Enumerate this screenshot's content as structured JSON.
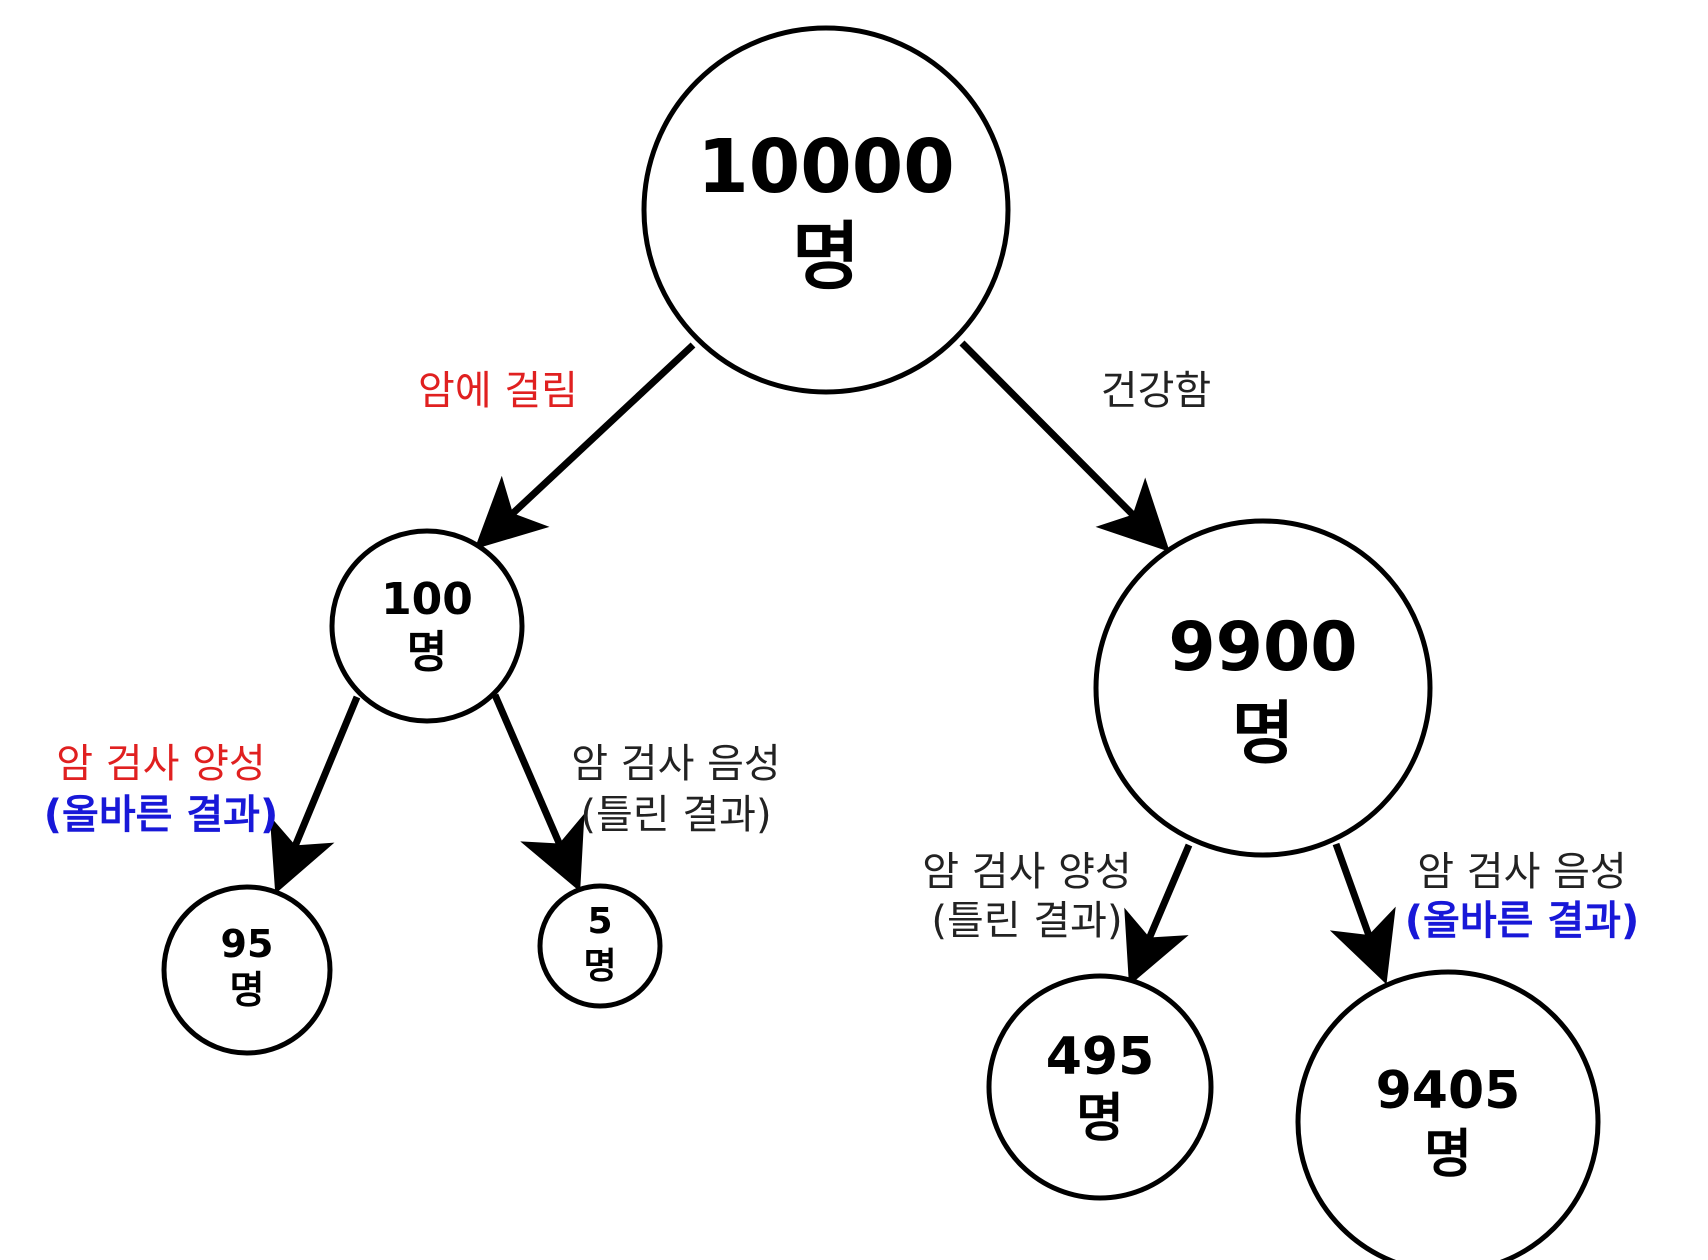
{
  "nodes": {
    "root": {
      "value": "10000",
      "unit": "명"
    },
    "cancer": {
      "value": "100",
      "unit": "명"
    },
    "healthy": {
      "value": "9900",
      "unit": "명"
    },
    "cancer_pos": {
      "value": "95",
      "unit": "명"
    },
    "cancer_neg": {
      "value": "5",
      "unit": "명"
    },
    "healthy_pos": {
      "value": "495",
      "unit": "명"
    },
    "healthy_neg": {
      "value": "9405",
      "unit": "명"
    }
  },
  "edges": {
    "root_cancer": {
      "label": "암에 걸림",
      "color": "#e02020"
    },
    "root_healthy": {
      "label": "건강함",
      "color": "#222222"
    },
    "cancer_pos": {
      "label": "암 검사 양성",
      "note": "(올바른 결과)",
      "label_color": "#e02020",
      "note_color": "#1818d8"
    },
    "cancer_neg": {
      "label": "암 검사 음성",
      "note": "(틀린 결과)",
      "label_color": "#222222",
      "note_color": "#222222"
    },
    "healthy_pos": {
      "label": "암 검사 양성",
      "note": "(틀린 결과)",
      "label_color": "#222222",
      "note_color": "#222222"
    },
    "healthy_neg": {
      "label": "암 검사 음성",
      "note": "(올바른 결과)",
      "label_color": "#222222",
      "note_color": "#1818d8"
    }
  }
}
